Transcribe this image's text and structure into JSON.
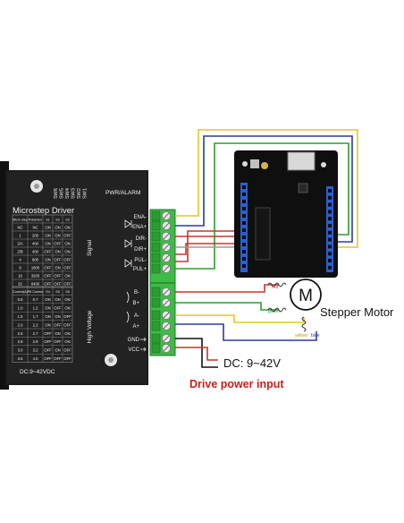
{
  "driver": {
    "title": "Microstep Driver",
    "dip_switches": [
      "SW6",
      "SW5",
      "SW4",
      "SW3",
      "SW2",
      "SW1"
    ],
    "status_leds": "PWR/ALARM",
    "step_table": {
      "headers": [
        "Micro step",
        "Pulse/rev",
        "S1",
        "S2",
        "S3"
      ],
      "rows": [
        [
          "NC",
          "NC",
          "ON",
          "ON",
          "ON"
        ],
        [
          "1",
          "200",
          "ON",
          "ON",
          "OFF"
        ],
        [
          "2/A",
          "400",
          "ON",
          "OFF",
          "ON"
        ],
        [
          "2/B",
          "400",
          "OFF",
          "ON",
          "ON"
        ],
        [
          "4",
          "800",
          "ON",
          "OFF",
          "OFF"
        ],
        [
          "8",
          "1600",
          "OFF",
          "ON",
          "OFF"
        ],
        [
          "16",
          "3200",
          "OFF",
          "OFF",
          "ON"
        ],
        [
          "32",
          "6400",
          "OFF",
          "OFF",
          "OFF"
        ]
      ]
    },
    "current_table": {
      "headers": [
        "Current(A)",
        "PK Current",
        "S4",
        "S5",
        "S6"
      ],
      "rows": [
        [
          "0.5",
          "0.7",
          "ON",
          "ON",
          "ON"
        ],
        [
          "1.0",
          "1.2",
          "ON",
          "OFF",
          "ON"
        ],
        [
          "1.5",
          "1.7",
          "ON",
          "ON",
          "OFF"
        ],
        [
          "2.0",
          "2.2",
          "ON",
          "OFF",
          "OFF"
        ],
        [
          "2.5",
          "2.7",
          "OFF",
          "ON",
          "ON"
        ],
        [
          "2.8",
          "2.9",
          "OFF",
          "OFF",
          "ON"
        ],
        [
          "3.0",
          "3.2",
          "OFF",
          "ON",
          "OFF"
        ],
        [
          "3.5",
          "4.0",
          "OFF",
          "OFF",
          "OFF"
        ]
      ]
    },
    "voltage_label": "DC:9~42VDC",
    "signal_group": "Signal",
    "high_voltage_group": "High Voltage",
    "signal_terminals": [
      "ENA-",
      "ENA+",
      "DIR-",
      "DIR+",
      "PUL-",
      "PUL+"
    ],
    "power_terminals": [
      "B-",
      "B+",
      "A-",
      "A+",
      "GND",
      "VCC"
    ]
  },
  "motor": {
    "symbol": "M",
    "label": "Stepper Motor"
  },
  "coil_wires": [
    "red",
    "green",
    "yellow",
    "blue"
  ],
  "power": {
    "dc_label": "DC: 9~42V",
    "input_label": "Drive power input"
  },
  "colors": {
    "wire_red": "#c0392b",
    "wire_green": "#2e9b2e",
    "wire_yellow": "#e3c62a",
    "wire_blue": "#2c3c9c",
    "wire_black": "#111111",
    "terminal_green": "#3dbb45",
    "board_blue": "#2a5fd0",
    "driver_body": "#1c1c1c",
    "drive_label": "#c8201a"
  }
}
